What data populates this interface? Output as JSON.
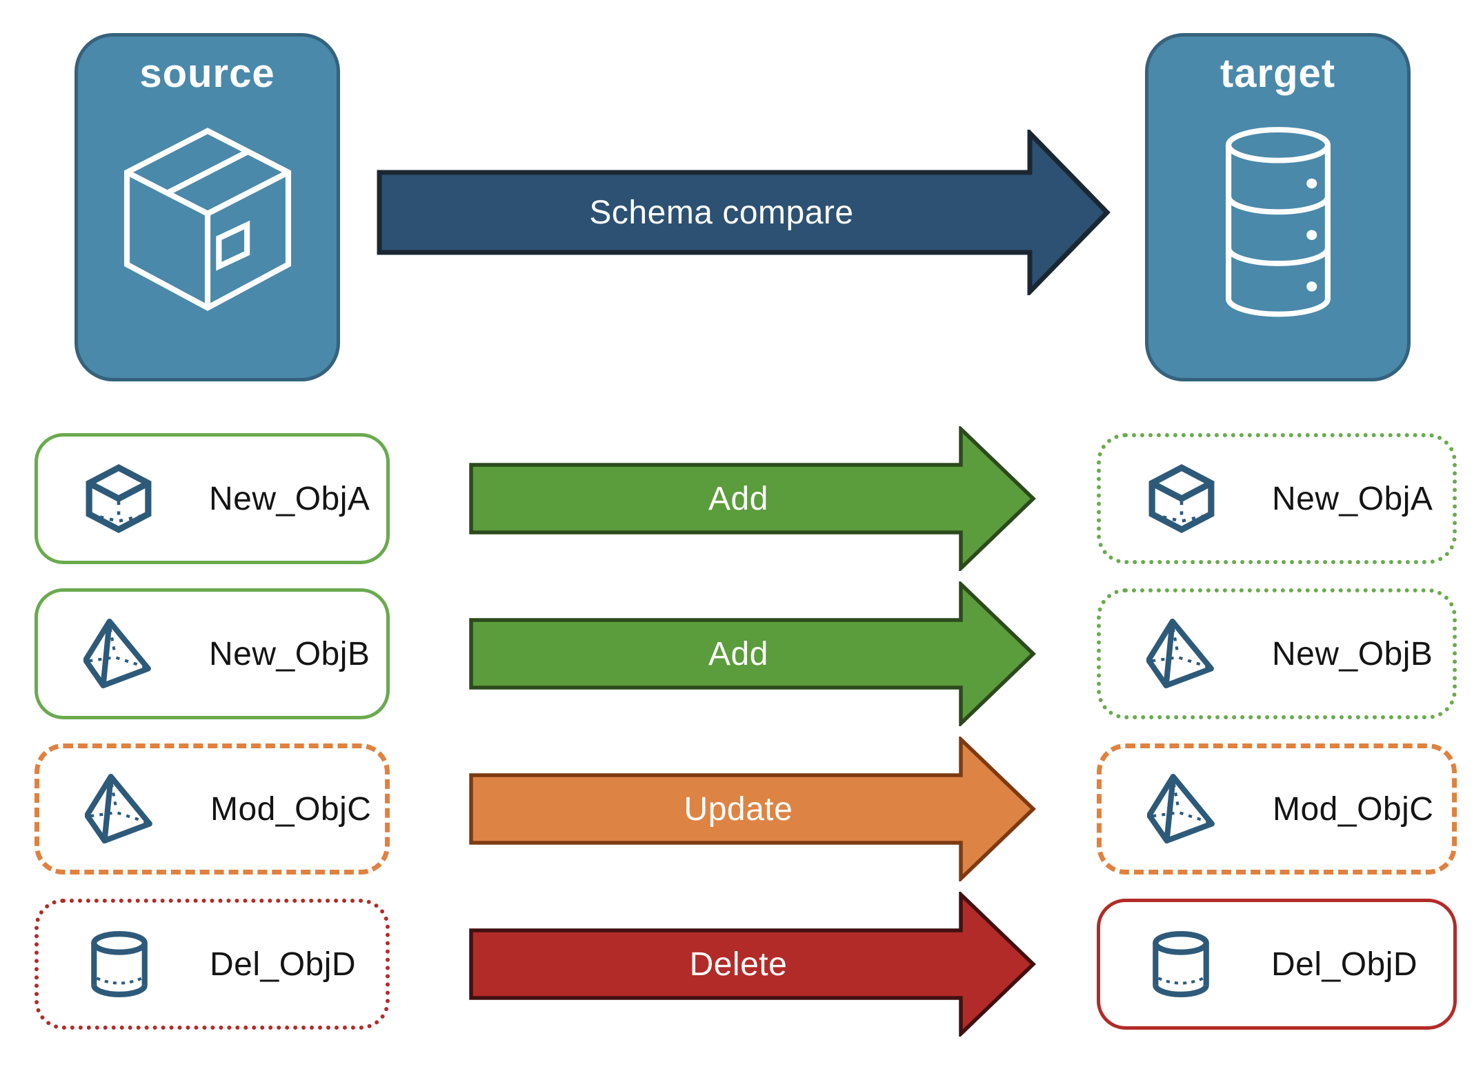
{
  "source_panel": {
    "label": "source",
    "icon": "package-icon"
  },
  "target_panel": {
    "label": "target",
    "icon": "database-icon"
  },
  "compare_arrow": {
    "label": "Schema compare",
    "fill": "#2d5172",
    "border": "#1a2733"
  },
  "rows": [
    {
      "name": "New_ObjA",
      "icon": "cube-icon",
      "action": "Add",
      "arrow_fill": "#5b9c3c",
      "arrow_border": "#2c4a1d",
      "source_box_border": "solid #6aaa4e",
      "target_box_border": "dotted #6aaa4e"
    },
    {
      "name": "New_ObjB",
      "icon": "pyramid-icon",
      "action": "Add",
      "arrow_fill": "#5b9c3c",
      "arrow_border": "#2c4a1d",
      "source_box_border": "solid #6aaa4e",
      "target_box_border": "dotted #6aaa4e"
    },
    {
      "name": "Mod_ObjC",
      "icon": "pyramid-icon",
      "action": "Update",
      "arrow_fill": "#dd8444",
      "arrow_border": "#7d3a12",
      "source_box_border": "dashed #e0813f",
      "target_box_border": "dashed #e0813f"
    },
    {
      "name": "Del_ObjD",
      "icon": "cylinder-icon",
      "action": "Delete",
      "arrow_fill": "#b22b28",
      "arrow_border": "#421012",
      "source_box_border": "dotted #b22b28",
      "target_box_border": "solid #b22b28"
    }
  ],
  "colors": {
    "panel_fill": "#4a89aa",
    "panel_border": "#35627d",
    "icon_stroke": "#2e5a7a",
    "green": "#6aaa4e",
    "orange": "#e0813f",
    "red": "#b22b28",
    "label_text": "#141414"
  }
}
